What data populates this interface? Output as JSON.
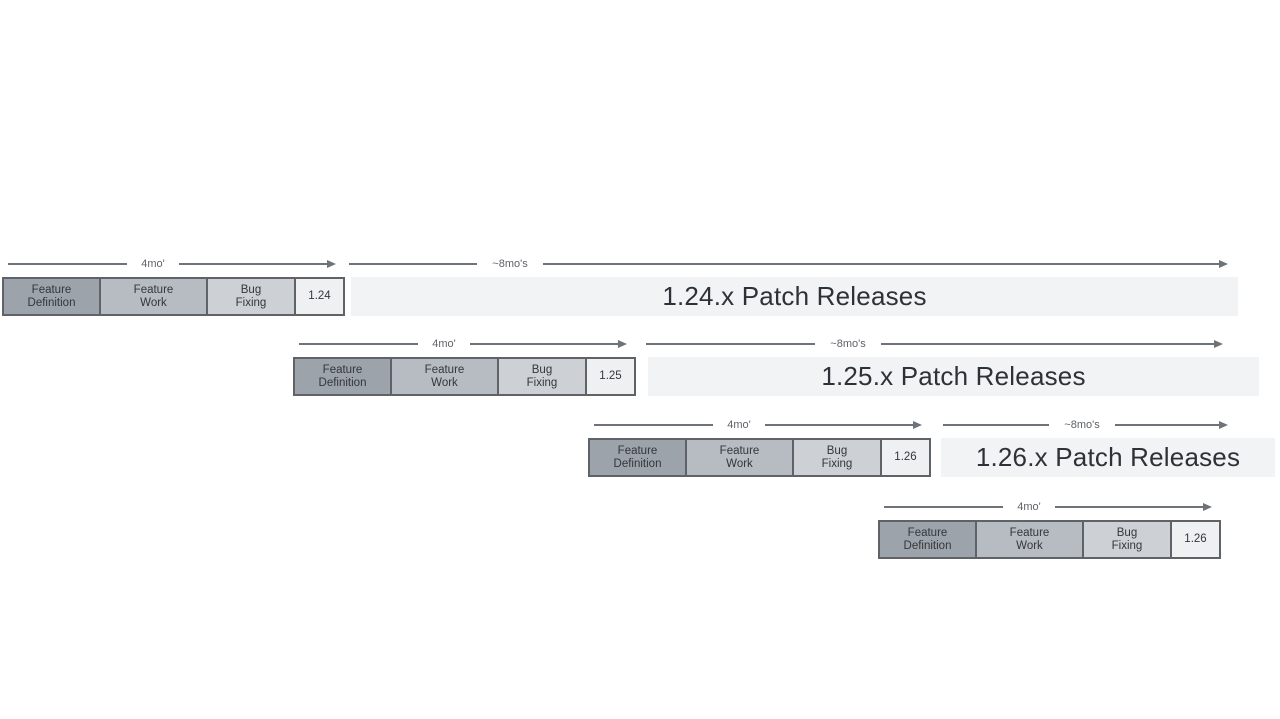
{
  "diagram": {
    "title": "release-cadence-timeline",
    "dev_arrow_label": "4mo'",
    "patch_arrow_label": "~8mo's",
    "phase_labels": [
      "Feature\nDefinition",
      "Feature\nWork",
      "Bug\nFixing"
    ],
    "rows": [
      {
        "version": "1.24",
        "patch_label": "1.24.x Patch Releases"
      },
      {
        "version": "1.25",
        "patch_label": "1.25.x Patch Releases"
      },
      {
        "version": "1.26",
        "patch_label": "1.26.x Patch Releases"
      },
      {
        "version": "1.26",
        "patch_label": ""
      }
    ],
    "colors": {
      "feature_definition_fill": "#9da3aa",
      "feature_work_fill": "#b7bcc2",
      "bug_fixing_fill": "#cdd1d5",
      "version_box_fill": "#eef0f2",
      "patch_bar_fill": "#f1f3f4",
      "box_border": "#5f6368",
      "arrow_line": "#6d7378",
      "label_text": "#5f6368",
      "dark_text": "#2e3236"
    }
  }
}
